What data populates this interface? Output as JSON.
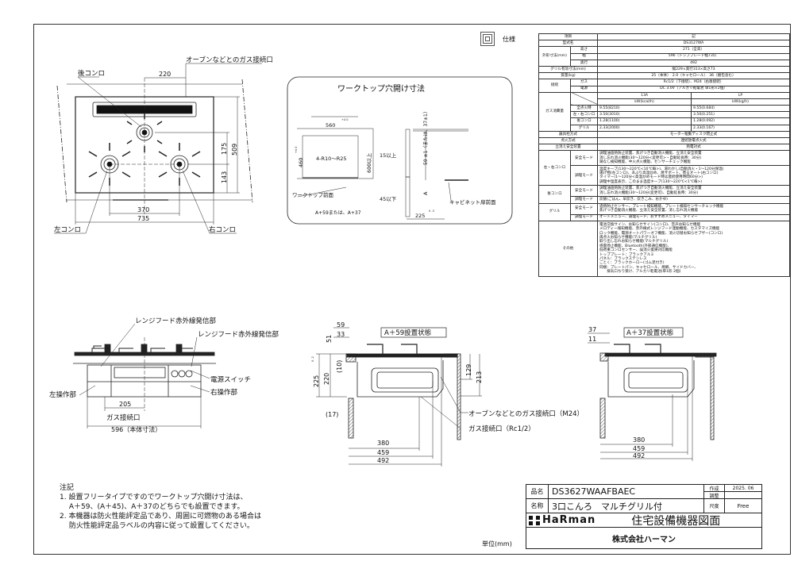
{
  "header": {
    "spec_title": "仕様"
  },
  "plan_view": {
    "rear_burner": "後コンロ",
    "left_burner": "左コンロ",
    "right_burner": "右コンロ",
    "oven_gas_inlet": "オーブンなどとのガス接続口",
    "dims": {
      "d220": "220",
      "d175": "175",
      "d143": "143",
      "d509": "509",
      "d370": "370",
      "d735": "735"
    }
  },
  "worktop": {
    "title": "ワークトップ穴開け寸法",
    "d560": "560",
    "tol560": "+4 0",
    "d460": "460",
    "tol460": "+4 0",
    "corner_radius": "4-R10～R25",
    "d600": "600以上",
    "front_label": "ワークトップ前面",
    "a_values": "A+59または、A+37",
    "d15": "15以上",
    "d45": "45以下",
    "d59": "59 ±1（または、37±1）",
    "a_label": "A",
    "cabinet_front": "キャビネット扉前面",
    "d225": "225",
    "tol225": "0 -3"
  },
  "front_view": {
    "ir_emitter_1": "レンジフード赤外線発信部",
    "ir_emitter_2": "レンジフード赤外線発信部",
    "power_switch": "電源スイッチ",
    "right_panel": "右操作部",
    "left_panel": "左操作部",
    "d205": "205",
    "gas_inlet": "ガス接続口",
    "d596": "596（本体寸法）"
  },
  "side_view_59": {
    "title": "A＋59設置状態",
    "d59": "59",
    "d33": "33",
    "d51": "51",
    "d10": "(10)",
    "d220": "220",
    "d225": "225",
    "tol225": "0 -2",
    "d129": "129",
    "d213": "213",
    "d17": "(17)",
    "oven_gas": "オーブンなどとのガス接続口（M24）",
    "gas_inlet": "ガス接続口（Rc1/2）",
    "d380": "380",
    "d459": "459",
    "d492": "492"
  },
  "side_view_37": {
    "title": "A＋37設置状態",
    "d37": "37",
    "d11": "11",
    "d380": "380",
    "d459": "459",
    "d492": "492"
  },
  "spec_table": {
    "h_item": "項目",
    "h_value": "記",
    "model_label": "型式名",
    "model": "DS3127WA",
    "dims_label": "外形寸法(mm)",
    "height_label": "高さ",
    "height": "271（全高）",
    "width_label": "幅",
    "width": "596（トッププレート幅735）",
    "depth_label": "奥行",
    "depth": "492",
    "grill_label": "グリル有効寸法(mm)",
    "grill": "幅229×奥行313×高さ73",
    "mass_label": "質量(kg)",
    "mass": "25（本体）　2.0（キャセロール）　36（梱包含む）",
    "conn_label": "接続",
    "gas_label": "ガス",
    "gas": "Rc1/2（下接続）、M24（右後接続）",
    "power_label": "電源",
    "power": "DC 3.0V（アルカリ乾電池 単1形×2個）",
    "consumption_label": "ガス消費量",
    "col_13a": "13A",
    "col_lp": "LP",
    "unit_13a": "kW(kcal/h)",
    "unit_lp": "kW(kg/h)",
    "consumption": [
      {
        "label": "全点火時",
        "a": "9.55(8210)",
        "lp": "9.55(0.684)"
      },
      {
        "label": "左・右コンロ",
        "a": "3.50(3010)",
        "lp": "3.50(0.251)"
      },
      {
        "label": "後コンロ",
        "a": "1.28(1100)",
        "lp": "1.28(0.092)"
      },
      {
        "label": "グリル",
        "a": "2.33(2000)",
        "lp": "2.33(0.167)"
      }
    ],
    "valve_label": "器具栓方式",
    "valve": "モーター駆動ディスク閉止式",
    "ignition_label": "点火方式",
    "ignition": "連続放電点火式",
    "flameout_label": "立消え安全装置",
    "flameout": "熱電対式",
    "lr_label": "左・右コンロ",
    "rear_label": "後コンロ",
    "grill_mode_label": "グリル",
    "safety_mode": "安全モード",
    "cook_mode": "調理モード",
    "lr_safety": [
      "調理油過熱防止装置、焦げつき自動消火機能、立消え安全装置",
      "消し忘れ消火機能(30～120分<変更可>・自動延長時：30分)",
      "鍋なし検知機能、中火点火機能、センサーチェック機能"
    ],
    "lr_cook": [
      "温度キープ(130～220℃<10℃毎>)、湯わかし(自動消火・1～120分保温)",
      "揚げ物(左コンロ)、あぶり高温炒め、焼サポート、煮るオート(右コンロ)",
      "タイマー(1～120分<高温炒めモード時は連続使用時間60分>)",
      "調理中温度表示、このまま温度キープ(130～220℃<1℃毎>)"
    ],
    "rear_safety": [
      "調理油過熱防止装置、焦げつき自動消火機能、立消え安全装置",
      "消し忘れ消火機能(30～120分(変更可)、自動延長時：30分)"
    ],
    "rear_cook": "炊飯(ごはん、早炊き、炊きこみ、おかゆ)",
    "grill_safety": [
      "過熱防止センサー、プレート検知機能、プレート検知センサーチェック機能",
      "焦げつき自動消火機能、立消え安全装置、消し忘れ消火機能"
    ],
    "grill_cook": "オートメニュー、調理モード、おすすめメニュー、タイマー",
    "other_label": "その他",
    "other": [
      "電池交換サイン、お知らせサイン(コンロ)、音声お知らせ機能",
      "メロディー報知機能、赤外線式レンジフード連動機能、カスタマイズ機能",
      "ロック機能、電源オートパワーオフ機能、消火切替お知らせブザー(コンロ)",
      "再点火お知らせ機能(マルチグリル)",
      "取り出し忘れお知らせ機能(マルチグリル)",
      "感震停止機能、Bluetooth(外部通信機能)、",
      "低荷重コンロセンサー、誤消火復帰対応機能",
      "トッププレート：ブラックアルミ",
      "パネル：ブラックステンレス",
      "ごとく：ブラックホーロー(ゴム足付き)",
      "同梱：プレートパン、キャセロール、焼網、サイドカバー、",
      "　　排気口ちり受け、アルカリ乾電池(単1形 2個)"
    ]
  },
  "notes": {
    "title": "注記",
    "lines": [
      "1. 設置フリータイプですのでワークトップ穴開け寸法は、",
      "　 A＋59、(A＋45)、A＋37のどちらでも設置できます。",
      "2. 本機器は防火性能評定品であり、周囲に可燃物のある場合は",
      "　 防火性能評定品ラベルの内容に従って設置してください。"
    ]
  },
  "unit": "単位(mm)",
  "title_block": {
    "part_no_label": "品名",
    "part_no": "DS3627WAAFBAEC",
    "name_label": "名称",
    "name": "3口こんろ　マルチグリル付",
    "created_label": "作成",
    "created": "2025. 06",
    "adjusted_label": "調整",
    "scale_label": "尺度",
    "scale": "Free",
    "brand": "HaRman",
    "drawing_type": "住宅設備機器図面",
    "company": "株式会社ハーマン"
  }
}
